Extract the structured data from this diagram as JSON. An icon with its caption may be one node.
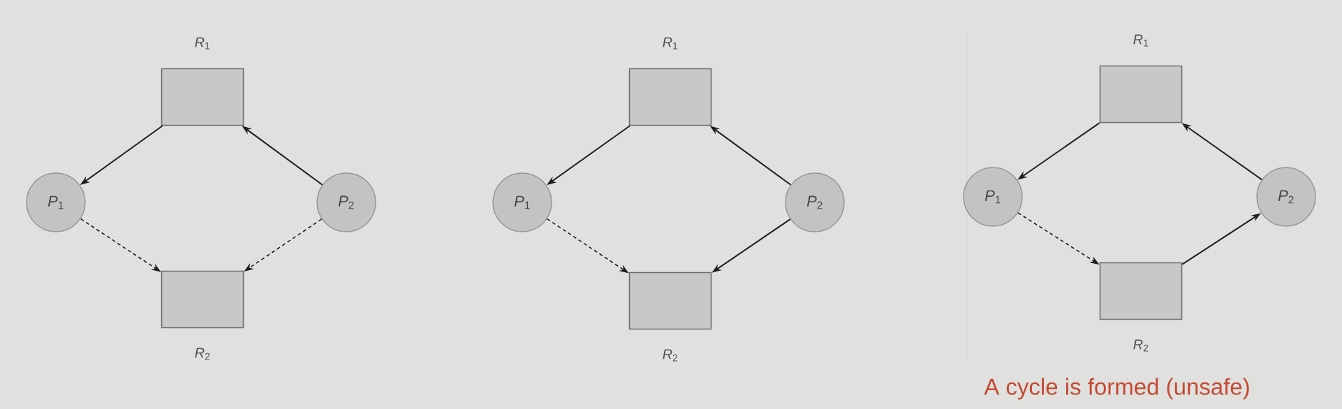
{
  "diagram": {
    "nodes": [
      {
        "text": [
          "*R*$_{1}$"
        ]
      },
      {
        "text": [
          "*P*$_{1}$"
        ]
      },
      {
        "text": [
          "*P*$_{2}$"
        ]
      },
      {
        "text": [
          "*R*$_{2}$"
        ]
      },
      {
        "text": [
          "*R*$_{1}$"
        ]
      },
      {
        "text": [
          "*P*$_{1}$"
        ]
      },
      {
        "text": [
          "*P*$_{2}$"
        ]
      },
      {
        "text": [
          "*R*$_{2}$"
        ]
      },
      {
        "text": [
          "*R*$_{1}$"
        ]
      },
      {
        "text": [
          "*P*$_{1}$"
        ]
      },
      {
        "text": [
          "*P*$_{2}$"
        ]
      },
      {
        "text": [
          "*R*$_{2}$"
        ]
      }
    ],
    "edges": [
      {
        "from": 0,
        "to": 1,
        "arrow": "to"
      },
      {
        "from": 2,
        "to": 0,
        "arrow": "to"
      },
      {
        "from": 1,
        "to": 3,
        "arrow": "to",
        "style": "dashed"
      },
      {
        "from": 2,
        "to": 3,
        "arrow": "to",
        "style": "dashed"
      },
      {
        "from": 4,
        "to": 5,
        "arrow": "to"
      },
      {
        "from": 6,
        "to": 4,
        "arrow": "to"
      },
      {
        "from": 5,
        "to": 7,
        "arrow": "to",
        "style": "dashed"
      },
      {
        "from": 6,
        "to": 7,
        "arrow": "to"
      },
      {
        "from": 8,
        "to": 9,
        "arrow": "to"
      },
      {
        "from": 10,
        "to": 8,
        "arrow": "to"
      },
      {
        "from": 9,
        "to": 11,
        "arrow": "to",
        "style": "dashed"
      },
      {
        "from": 11,
        "to": 10,
        "arrow": "to"
      }
    ],
    "labels": [
      "A cycle is formed (unsafe)"
    ]
  }
}
